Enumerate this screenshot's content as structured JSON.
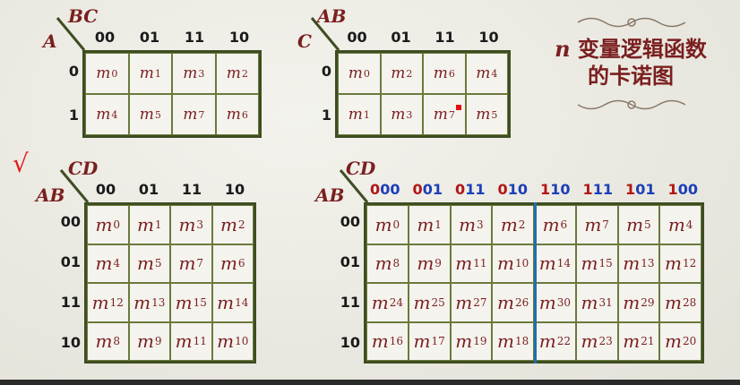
{
  "map2x4_abc": {
    "row_var": "A",
    "col_var": "BC",
    "col_headers": [
      "00",
      "01",
      "11",
      "10"
    ],
    "row_headers": [
      "0",
      "1"
    ],
    "cells": [
      [
        {
          "m": "m",
          "s": "0"
        },
        {
          "m": "m",
          "s": "1"
        },
        {
          "m": "m",
          "s": "3"
        },
        {
          "m": "m",
          "s": "2"
        }
      ],
      [
        {
          "m": "m",
          "s": "4"
        },
        {
          "m": "m",
          "s": "5"
        },
        {
          "m": "m",
          "s": "7"
        },
        {
          "m": "m",
          "s": "6"
        }
      ]
    ]
  },
  "map2x4_cab": {
    "row_var": "C",
    "col_var": "AB",
    "col_headers": [
      "00",
      "01",
      "11",
      "10"
    ],
    "row_headers": [
      "0",
      "1"
    ],
    "cells": [
      [
        {
          "m": "m",
          "s": "0"
        },
        {
          "m": "m",
          "s": "2"
        },
        {
          "m": "m",
          "s": "6"
        },
        {
          "m": "m",
          "s": "4"
        }
      ],
      [
        {
          "m": "m",
          "s": "1"
        },
        {
          "m": "m",
          "s": "3"
        },
        {
          "m": "m",
          "s": "7"
        },
        {
          "m": "m",
          "s": "5"
        }
      ]
    ]
  },
  "map4x4": {
    "row_var": "AB",
    "col_var": "CD",
    "col_headers": [
      "00",
      "01",
      "11",
      "10"
    ],
    "row_headers": [
      "00",
      "01",
      "11",
      "10"
    ],
    "cells": [
      [
        {
          "m": "m",
          "s": "0"
        },
        {
          "m": "m",
          "s": "1"
        },
        {
          "m": "m",
          "s": "3"
        },
        {
          "m": "m",
          "s": "2"
        }
      ],
      [
        {
          "m": "m",
          "s": "4"
        },
        {
          "m": "m",
          "s": "5"
        },
        {
          "m": "m",
          "s": "7"
        },
        {
          "m": "m",
          "s": "6"
        }
      ],
      [
        {
          "m": "m",
          "s": "12"
        },
        {
          "m": "m",
          "s": "13"
        },
        {
          "m": "m",
          "s": "15"
        },
        {
          "m": "m",
          "s": "14"
        }
      ],
      [
        {
          "m": "m",
          "s": "8"
        },
        {
          "m": "m",
          "s": "9"
        },
        {
          "m": "m",
          "s": "11"
        },
        {
          "m": "m",
          "s": "10"
        }
      ]
    ]
  },
  "map4x8": {
    "row_var": "AB",
    "col_var": "CD",
    "col_headers": [
      {
        "prefix": "0",
        "suffix": "00"
      },
      {
        "prefix": "0",
        "suffix": "01"
      },
      {
        "prefix": "0",
        "suffix": "11"
      },
      {
        "prefix": "0",
        "suffix": "10"
      },
      {
        "prefix": "1",
        "suffix": "10"
      },
      {
        "prefix": "1",
        "suffix": "11"
      },
      {
        "prefix": "1",
        "suffix": "01"
      },
      {
        "prefix": "1",
        "suffix": "00"
      }
    ],
    "row_headers": [
      "00",
      "01",
      "11",
      "10"
    ],
    "cells": [
      [
        {
          "m": "m",
          "s": "0"
        },
        {
          "m": "m",
          "s": "1"
        },
        {
          "m": "m",
          "s": "3"
        },
        {
          "m": "m",
          "s": "2"
        },
        {
          "m": "m",
          "s": "6"
        },
        {
          "m": "m",
          "s": "7"
        },
        {
          "m": "m",
          "s": "5"
        },
        {
          "m": "m",
          "s": "4"
        }
      ],
      [
        {
          "m": "m",
          "s": "8"
        },
        {
          "m": "m",
          "s": "9"
        },
        {
          "m": "m",
          "s": "11"
        },
        {
          "m": "m",
          "s": "10"
        },
        {
          "m": "m",
          "s": "14"
        },
        {
          "m": "m",
          "s": "15"
        },
        {
          "m": "m",
          "s": "13"
        },
        {
          "m": "m",
          "s": "12"
        }
      ],
      [
        {
          "m": "m",
          "s": "24"
        },
        {
          "m": "m",
          "s": "25"
        },
        {
          "m": "m",
          "s": "27"
        },
        {
          "m": "m",
          "s": "26"
        },
        {
          "m": "m",
          "s": "30"
        },
        {
          "m": "m",
          "s": "31"
        },
        {
          "m": "m",
          "s": "29"
        },
        {
          "m": "m",
          "s": "28"
        }
      ],
      [
        {
          "m": "m",
          "s": "16"
        },
        {
          "m": "m",
          "s": "17"
        },
        {
          "m": "m",
          "s": "19"
        },
        {
          "m": "m",
          "s": "18"
        },
        {
          "m": "m",
          "s": "22"
        },
        {
          "m": "m",
          "s": "23"
        },
        {
          "m": "m",
          "s": "21"
        },
        {
          "m": "m",
          "s": "20"
        }
      ]
    ]
  },
  "title": {
    "var": "n",
    "line1": " 变量逻辑函数",
    "line2": "的卡诺图"
  },
  "annotations": {
    "check_mark": "√"
  },
  "colors": {
    "grid_border": "#3f4d22",
    "minterm": "#7a1f1f",
    "header_red": "#b01616",
    "header_blue": "#1c3fb8",
    "divider": "#1f6fb2"
  }
}
